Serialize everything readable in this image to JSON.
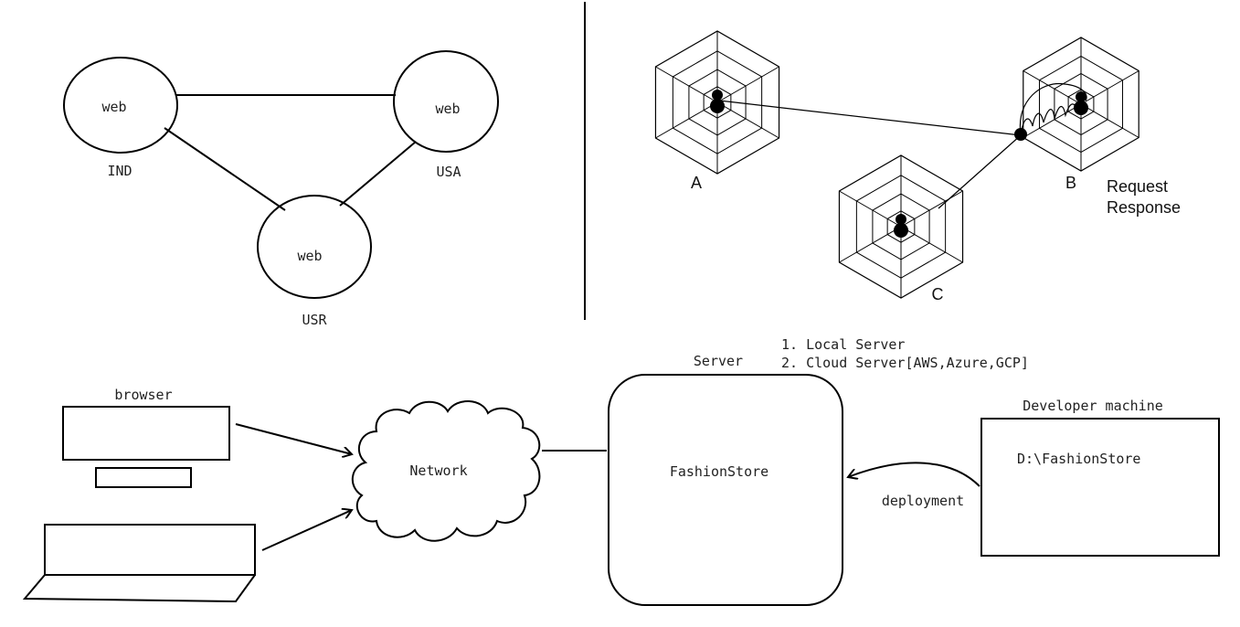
{
  "mesh": {
    "nodes": [
      {
        "label": "web",
        "caption": "IND"
      },
      {
        "label": "web",
        "caption": "USA"
      },
      {
        "label": "web",
        "caption": "USR"
      }
    ]
  },
  "spiders": {
    "labels": [
      "A",
      "B",
      "C"
    ],
    "note_line1": "Request",
    "note_line2": "Response"
  },
  "deploy": {
    "browser_label": "browser",
    "network_label": "Network",
    "server_caption": "Server",
    "server_options": [
      "1. Local Server",
      "2. Cloud Server[AWS,Azure,GCP]"
    ],
    "server_app": "FashionStore",
    "dev_title": "Developer machine",
    "dev_path": "D:\\FashionStore",
    "deployment_label": "deployment"
  }
}
